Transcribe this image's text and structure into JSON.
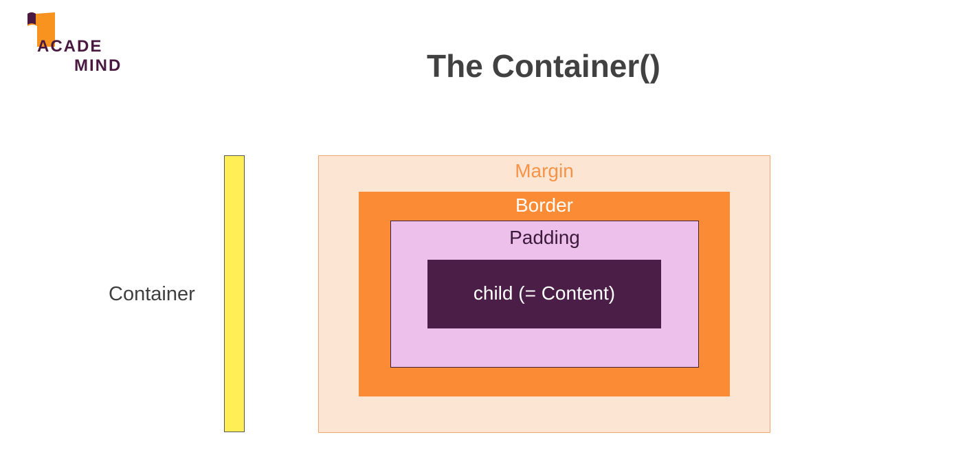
{
  "logo": {
    "line1": "ACADE",
    "line2": "MIND",
    "flag_color": "#f7931e",
    "text_color": "#4a1942"
  },
  "slide": {
    "title": "The Container()"
  },
  "diagram": {
    "container_label": "Container",
    "container_bar_color": "#ffee55",
    "margin": {
      "label": "Margin",
      "color": "#fde5d3",
      "text_color": "#f59448"
    },
    "border": {
      "label": "Border",
      "color": "#fb8c35",
      "text_color": "#ffffff"
    },
    "padding": {
      "label": "Padding",
      "color": "#ecc0ea",
      "text_color": "#3b1a3a"
    },
    "content": {
      "label": "child (= Content)",
      "color": "#4b1e47",
      "text_color": "#ffffff"
    }
  }
}
